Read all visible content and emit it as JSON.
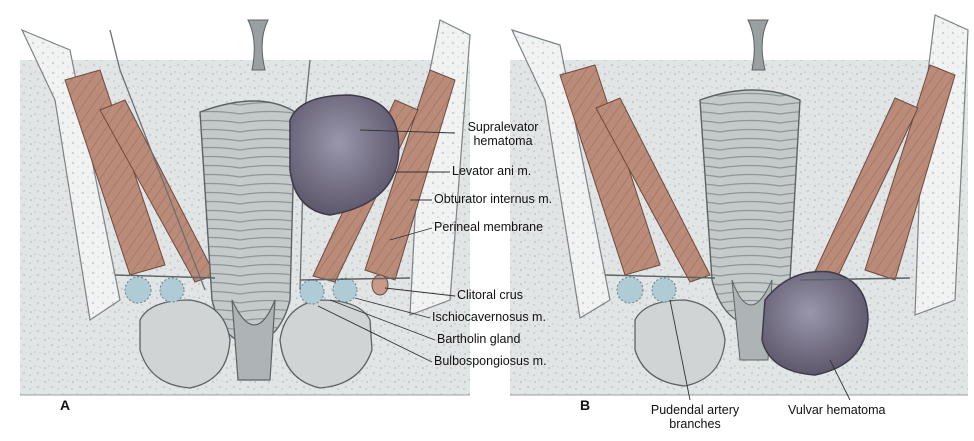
{
  "panels": {
    "a": {
      "letter": "A",
      "labels": {
        "supralevator": "Supralevator\nhematoma",
        "levator": "Levator ani m.",
        "obturator": "Obturator internus m.",
        "perineal": "Perineal membrane",
        "clitoral": "Clitoral crus",
        "ischio": "Ischiocavernosus m.",
        "bartholin": "Bartholin gland",
        "bulbo": "Bulbospongiosus m."
      }
    },
    "b": {
      "letter": "B",
      "labels": {
        "pudendal": "Pudendal artery\nbranches",
        "vulvar": "Vulvar hematoma"
      }
    }
  },
  "colors": {
    "bone": "#eef0f0",
    "fat": "#d9dcdc",
    "muscle": "#b98978",
    "vagina": "#c3c8c9",
    "hematoma": "#6f6a80",
    "outline": "#5c6266"
  }
}
